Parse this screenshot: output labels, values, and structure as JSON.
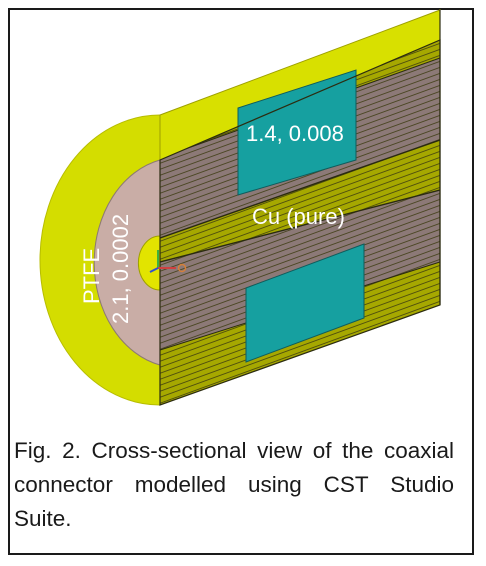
{
  "figure": {
    "labels": {
      "top_dielectric": "1.4, 0.008",
      "conductor": "Cu (pure)",
      "inner_material": "PTFE",
      "inner_params": "2.1, 0.0002"
    },
    "colors": {
      "outer_shell": "#d4dd00",
      "conductor_face": "#a6a800",
      "dielectric_stripe": "#8c7977",
      "dielectric_face": "#c9ada6",
      "teal_material": "#16a0a0",
      "frame": "#1a1a1a"
    }
  },
  "caption": {
    "text": "Fig. 2. Cross-sectional view of the coaxial connector modelled using CST Studio Suite."
  }
}
